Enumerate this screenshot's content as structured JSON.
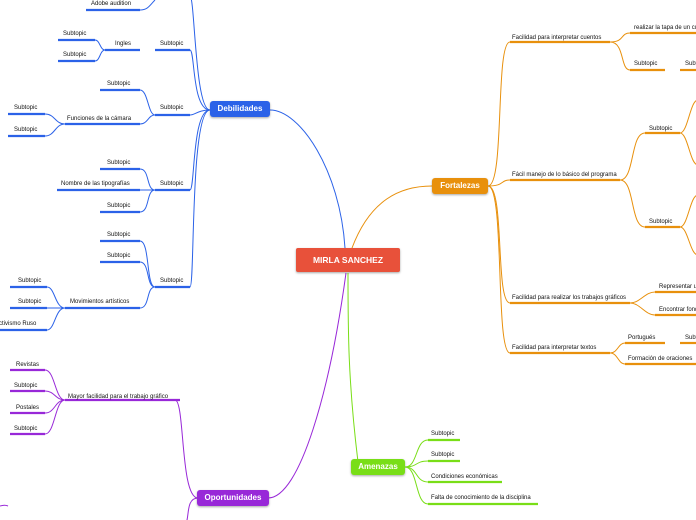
{
  "central": "MIRLA SANCHEZ",
  "colors": {
    "center": "#e8513a",
    "debilidades": "#2b62e8",
    "fortalezas": "#e8900c",
    "amenazas": "#79de17",
    "oportunidades": "#9828d8"
  },
  "debilidades": {
    "label": "Debilidades",
    "items": [
      {
        "label": "Adobe audition"
      },
      {
        "label": "Ingles",
        "children": [
          "Subtopic",
          "Subtopic"
        ]
      },
      {
        "label": "Subtopic",
        "children": [
          "Subtopic",
          "Funciones de la cámara"
        ],
        "grandchildren": [
          "Subtopic",
          "Subtopic"
        ]
      },
      {
        "label": "Subtopic",
        "children": [
          "Subtopic",
          "Nombre de las tipografías",
          "Subtopic"
        ]
      },
      {
        "label": "Subtopic",
        "children": [
          "Subtopic",
          "Subtopic",
          "Movimientos artísticos"
        ],
        "grandchildren": [
          "Subtopic",
          "Subtopic",
          "Constructivismo Ruso"
        ]
      }
    ]
  },
  "fortalezas": {
    "label": "Fortalezas",
    "items": [
      {
        "label": "Facilidad para interpretar cuentos",
        "children": [
          "realizar la tapa de un cuento",
          "Subtopic"
        ],
        "grandchildren": [
          "Subtopic"
        ]
      },
      {
        "label": "Fácil manejo de lo básico del programa",
        "children": [
          "Subtopic",
          "Subtopic"
        ]
      },
      {
        "label": "Facilidad para realizar los trabajos gráficos",
        "children": [
          "Representar una",
          "Encontrar fondos"
        ]
      },
      {
        "label": "Facilidad para interpretar textos",
        "children": [
          "Portugués",
          "Formación de oraciones"
        ],
        "grandchildren": [
          "Subtopic"
        ]
      }
    ]
  },
  "amenazas": {
    "label": "Amenazas",
    "items": [
      "Subtopic",
      "Subtopic",
      "Condiciones económicas",
      "Falta de conocimiento de la disciplina"
    ]
  },
  "oportunidades": {
    "label": "Oportunidades",
    "items": [
      {
        "label": "Mayor facilidad para el trabajo gráfico",
        "children": [
          "Revistas",
          "Subtopic",
          "Postales",
          "Subtopic"
        ]
      }
    ]
  }
}
